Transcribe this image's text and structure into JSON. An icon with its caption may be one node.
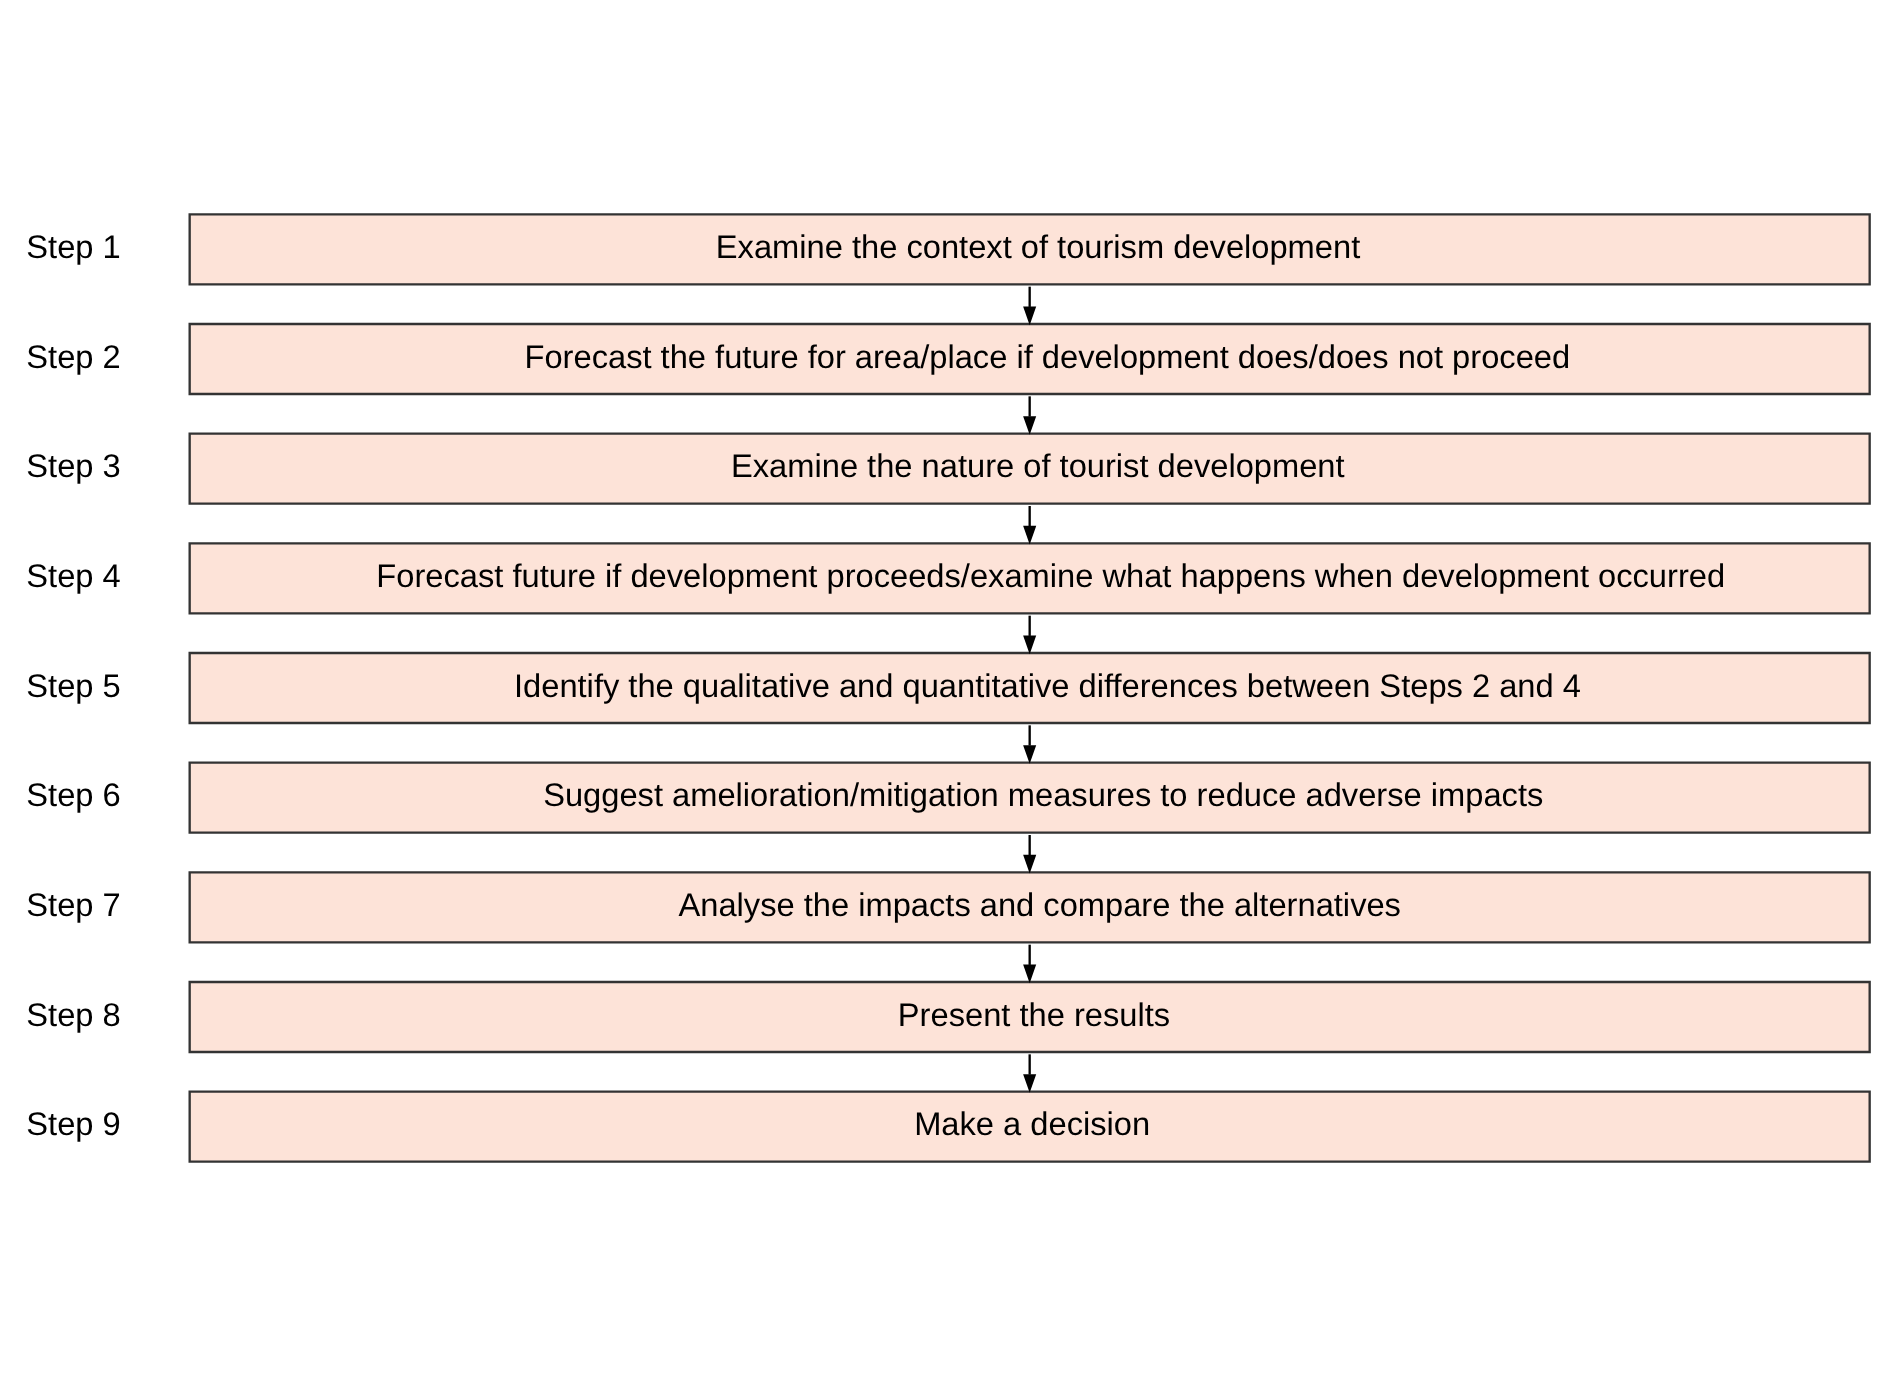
{
  "diagram": {
    "nodes": [
      {
        "text": [
          "Examine the context of tourism development"
        ],
        "beside": [
          "Step 1"
        ]
      },
      {
        "text": [
          "Forecast the future for area/place if development does/does not proceed"
        ],
        "beside": [
          "Step 2"
        ]
      },
      {
        "text": [
          "Examine the nature of tourist development"
        ],
        "beside": [
          "Step 3"
        ]
      },
      {
        "text": [
          "Forecast future if development proceeds/examine what happens when development occurred"
        ],
        "beside": [
          "Step 4"
        ]
      },
      {
        "text": [
          "Identify the qualitative and quantitative differences between Steps 2 and 4"
        ],
        "beside": [
          "Step 5"
        ]
      },
      {
        "text": [
          "Suggest amelioration/mitigation measures to reduce adverse impacts"
        ],
        "beside": [
          "Step 6"
        ]
      },
      {
        "text": [
          "Analyse the impacts and compare the alternatives"
        ],
        "beside": [
          "Step 7"
        ]
      },
      {
        "text": [
          "Present the results"
        ],
        "beside": [
          "Step 8"
        ]
      },
      {
        "text": [
          "Make a decision"
        ],
        "beside": [
          "Step 9"
        ]
      }
    ],
    "edges": [
      {
        "from": 0,
        "to": 1,
        "arrow": "to"
      },
      {
        "from": 1,
        "to": 2,
        "arrow": "to"
      },
      {
        "from": 2,
        "to": 3,
        "arrow": "to"
      },
      {
        "from": 3,
        "to": 4,
        "arrow": "to"
      },
      {
        "from": 4,
        "to": 5,
        "arrow": "to"
      },
      {
        "from": 5,
        "to": 6,
        "arrow": "to"
      },
      {
        "from": 6,
        "to": 7,
        "arrow": "to"
      },
      {
        "from": 7,
        "to": 8,
        "arrow": "to"
      }
    ]
  }
}
